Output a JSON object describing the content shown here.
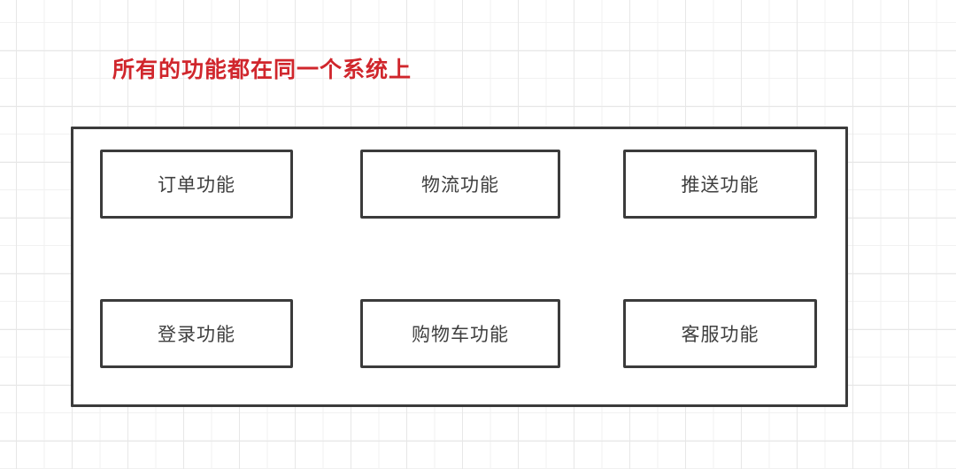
{
  "title": {
    "text": "所有的功能都在同一个系统上",
    "color": "#d0262c"
  },
  "modules": [
    {
      "label": "订单功能"
    },
    {
      "label": "物流功能"
    },
    {
      "label": "推送功能"
    },
    {
      "label": "登录功能"
    },
    {
      "label": "购物车功能"
    },
    {
      "label": "客服功能"
    }
  ],
  "colors": {
    "accent_red": "#d0262c",
    "stroke": "#3b3b3b",
    "grid_line": "#ececec",
    "background": "#ffffff"
  }
}
